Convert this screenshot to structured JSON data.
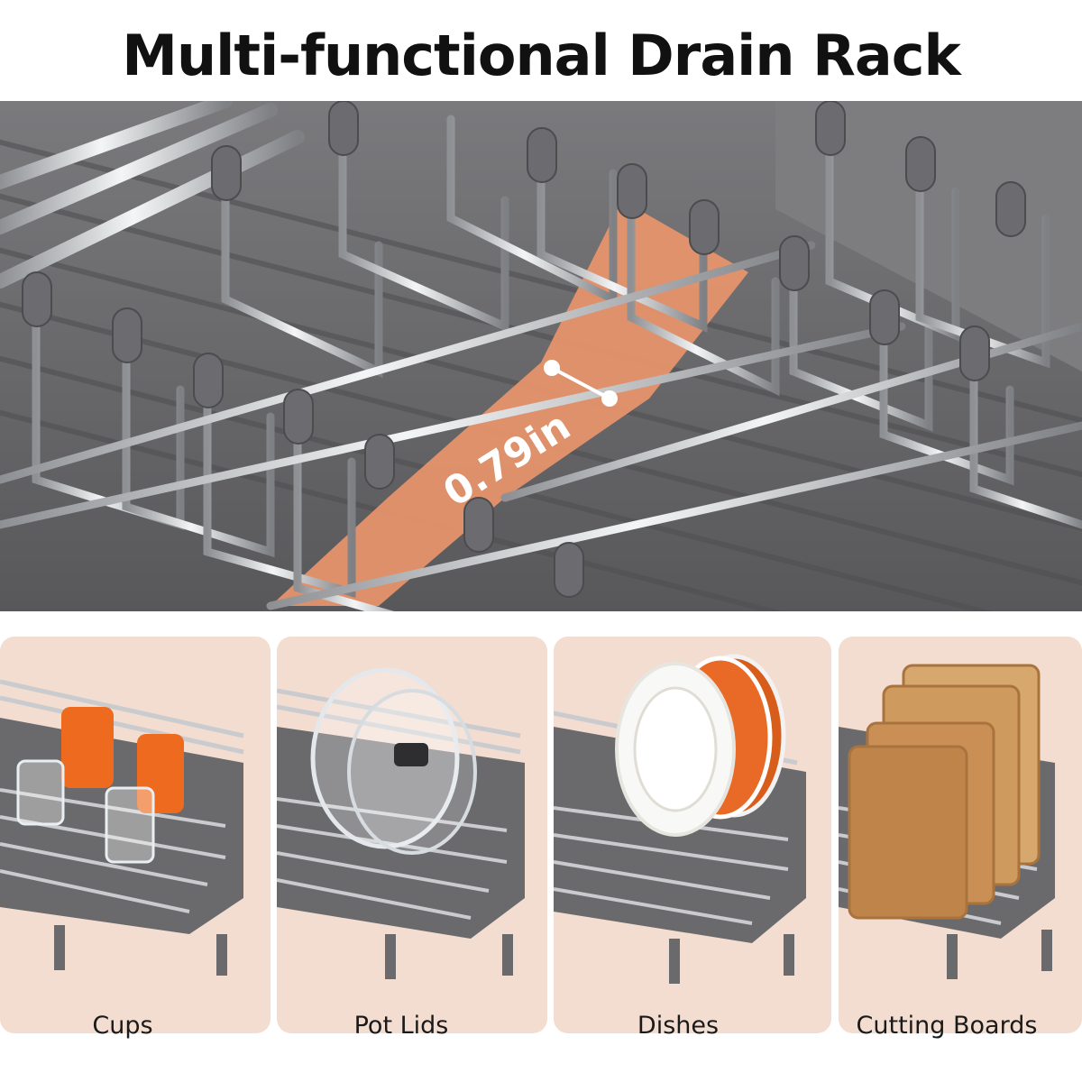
{
  "title": "Multi-functional Drain Rack",
  "hero": {
    "slot_width": "0.79in",
    "accent_color": "#e8956a"
  },
  "uses": [
    {
      "label": "Cups",
      "items": [
        "orange-cups",
        "glass-cups"
      ]
    },
    {
      "label": "Pot Lids",
      "items": [
        "glass-pot-lid"
      ]
    },
    {
      "label": "Dishes",
      "items": [
        "white-plates",
        "orange-plates"
      ]
    },
    {
      "label": "Cutting Boards",
      "items": [
        "wooden-cutting-boards"
      ]
    }
  ],
  "colors": {
    "tray": "#6a6a6c",
    "rail": "#c9cbce",
    "panel_bg": "#f3ddd0",
    "cups": "#ee6a1e",
    "wood": "#c98f55"
  }
}
